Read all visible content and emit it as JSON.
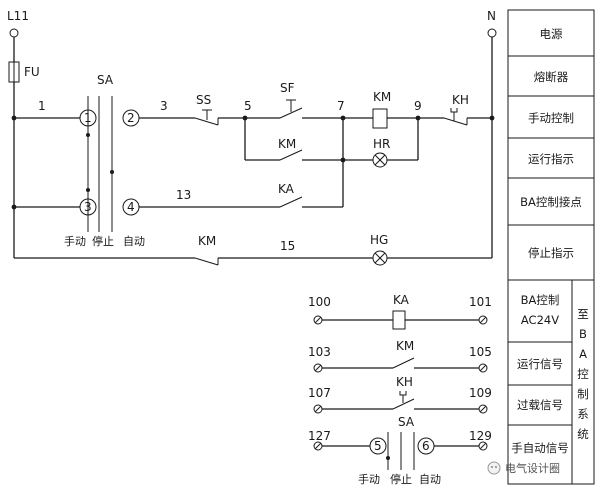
{
  "schematic": {
    "supply_left": "L11",
    "supply_right": "N",
    "fuse": "FU",
    "selector": "SA",
    "wire_1": "1",
    "wire_3": "3",
    "wire_5": "5",
    "wire_7": "7",
    "wire_9": "9",
    "wire_13": "13",
    "wire_15": "15",
    "stop_button": "SS",
    "start_button": "SF",
    "contactor_coil": "KM",
    "thermal_relay": "KH",
    "km_aux_contact": "KM",
    "run_lamp": "HR",
    "ba_relay_contact": "KA",
    "km_nc_contact": "KM",
    "stop_lamp": "HG",
    "sa_pos_1": "1",
    "sa_pos_2": "2",
    "sa_pos_3": "3",
    "sa_pos_4": "4",
    "mode_manual": "手动",
    "mode_stop": "停止",
    "mode_auto": "自动"
  },
  "interface": {
    "t100": "100",
    "t101": "101",
    "t103": "103",
    "t105": "105",
    "t107": "107",
    "t109": "109",
    "t127": "127",
    "t129": "129",
    "ka_coil": "KA",
    "km_contact": "KM",
    "kh_contact": "KH",
    "selector": "SA",
    "sa_pos_5": "5",
    "sa_pos_6": "6",
    "mode_manual": "手动",
    "mode_stop": "停止",
    "mode_auto": "自动"
  },
  "legend": {
    "power": "电源",
    "fuse": "熔断器",
    "manual_control": "手动控制",
    "run_indication": "运行指示",
    "ba_contact": "BA控制接点",
    "stop_indication": "停止指示",
    "ba_control_line1": "BA控制",
    "ba_control_line2": "AC24V",
    "run_signal": "运行信号",
    "overload_signal": "过载信号",
    "auto_manual_signal": "手自动信号",
    "to_ba_system": [
      "至",
      "B",
      "A",
      "控",
      "制",
      "系",
      "统"
    ]
  },
  "watermark": "电气设计圈"
}
